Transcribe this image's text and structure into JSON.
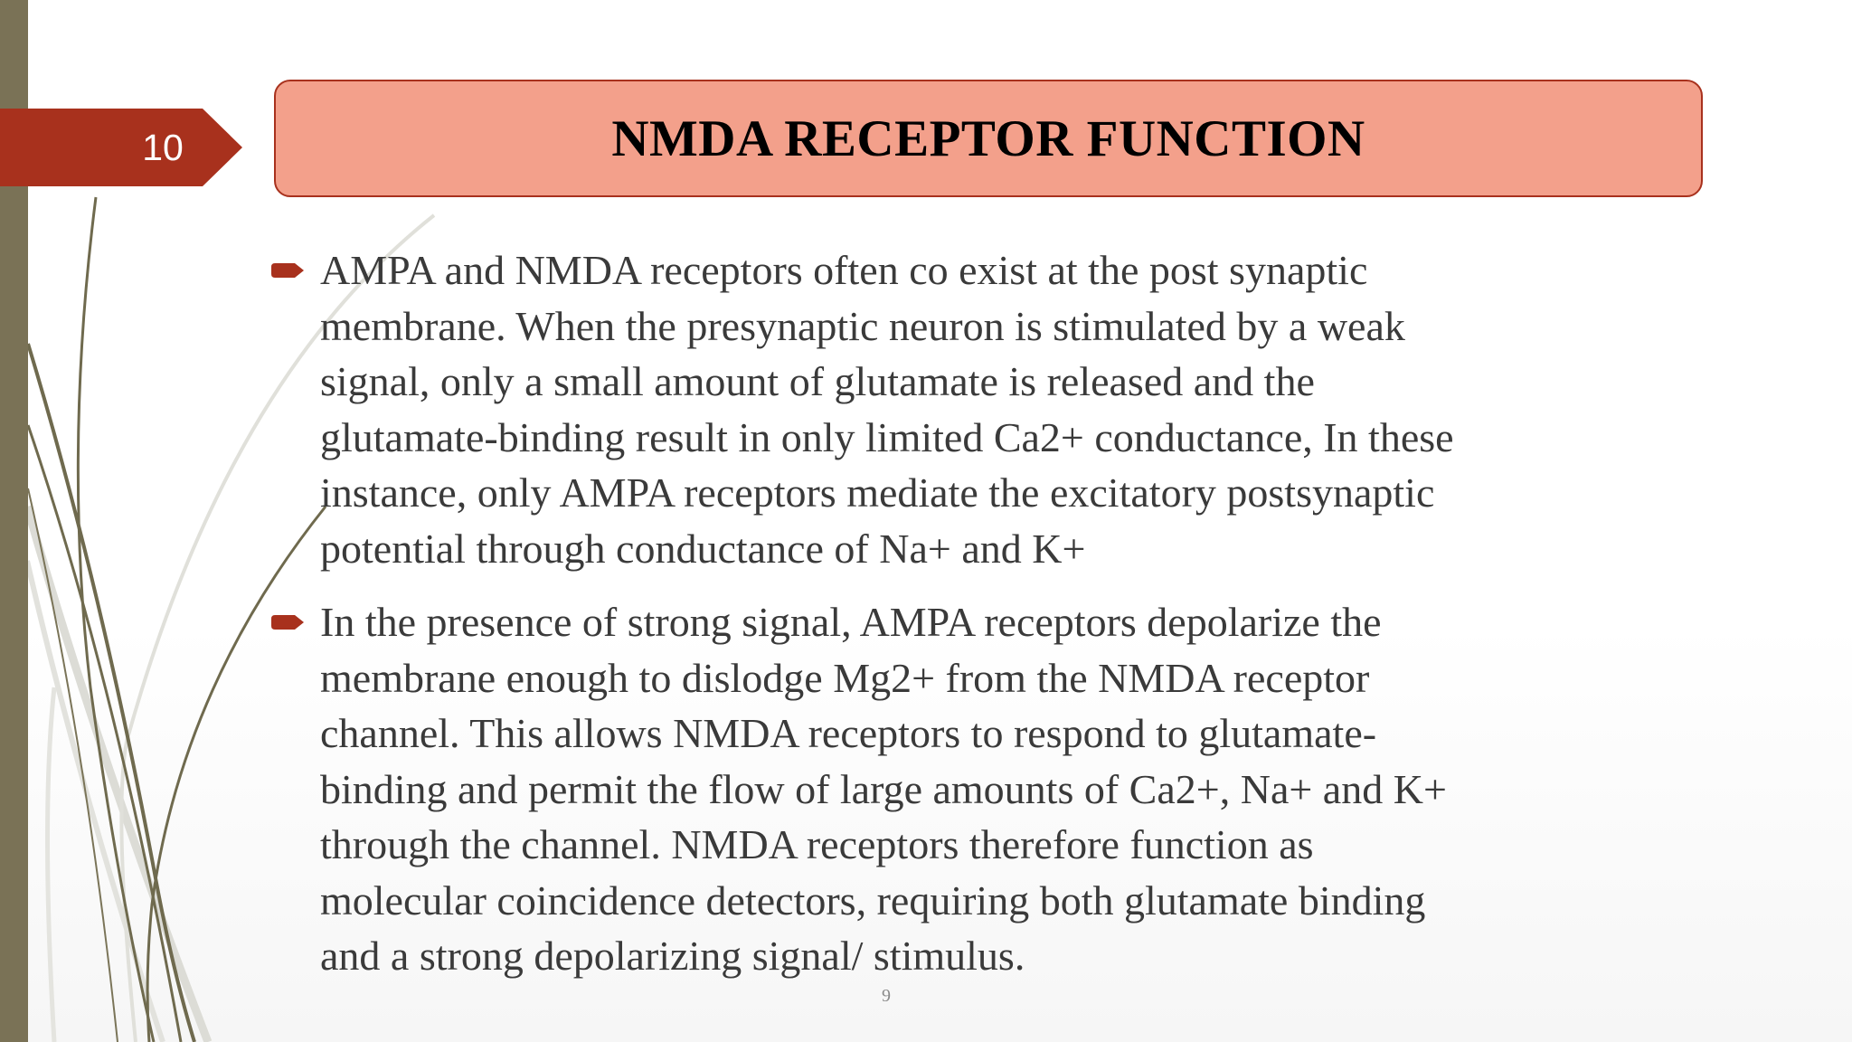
{
  "slide": {
    "number": "10",
    "title": "NMDA RECEPTOR FUNCTION",
    "footer_page": "9"
  },
  "bullets": [
    {
      "lines": [
        "AMPA and NMDA receptors often co exist at the post synaptic",
        "membrane. When the presynaptic neuron is stimulated by a weak",
        "signal, only a small amount of glutamate is released and the",
        "glutamate-binding result in only limited Ca2+ conductance, In these",
        "instance, only AMPA receptors mediate the excitatory postsynaptic",
        "potential through conductance of Na+ and K+"
      ]
    },
    {
      "lines": [
        "In the presence of strong signal, AMPA receptors depolarize the",
        "membrane enough to dislodge Mg2+ from the NMDA receptor",
        "channel. This allows NMDA receptors to respond to glutamate-",
        "binding and permit the flow of large amounts of Ca2+, Na+ and K+",
        "through the channel. NMDA receptors therefore function as",
        "molecular coincidence detectors, requiring both glutamate binding",
        "and a strong depolarizing signal/ stimulus."
      ]
    }
  ],
  "colors": {
    "accent": "#a8311d",
    "title_fill": "#f3a08b",
    "side_bar": "#7a7256",
    "curve_dark": "#6f6a4e",
    "curve_light": "#d9d9d4",
    "body_text": "#3a3a3a"
  },
  "icons": {
    "bullet": "arrow-bullet-icon",
    "decoration": "curved-grass-lines"
  }
}
